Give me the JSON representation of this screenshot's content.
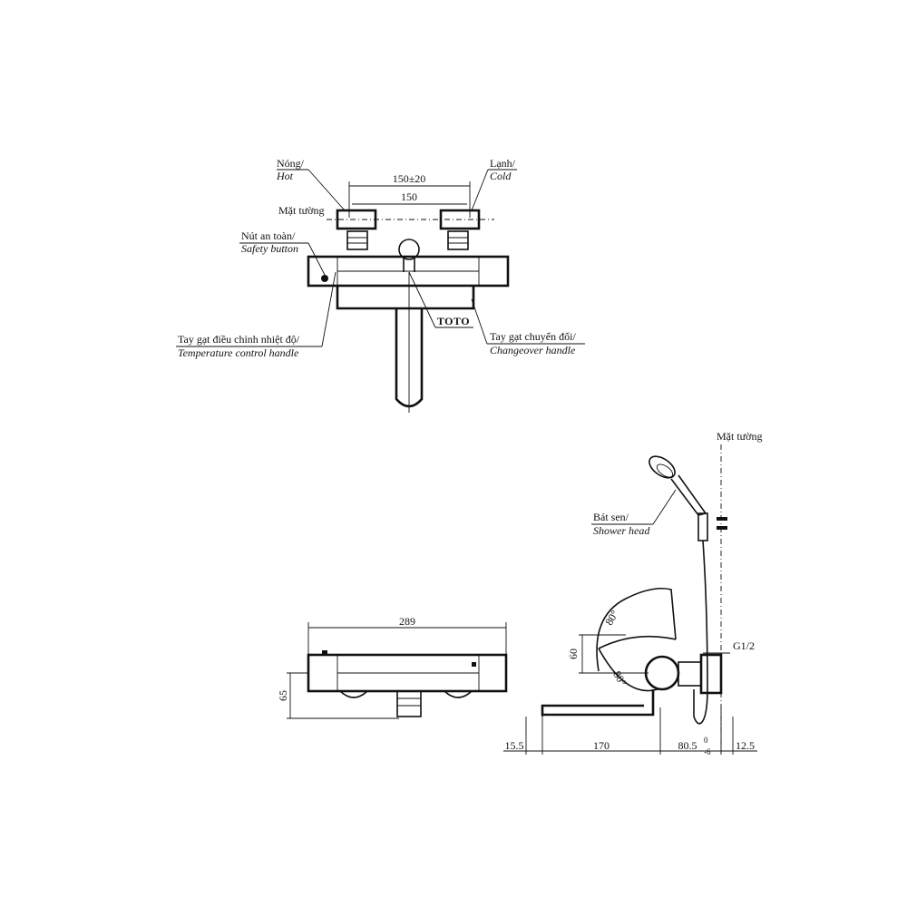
{
  "top_view": {
    "hot_vn": "Nóng/",
    "hot_en": "Hot",
    "cold_vn": "Lạnh/",
    "cold_en": "Cold",
    "wall_label": "Mặt tường",
    "safety_vn": "Nút an toàn/",
    "safety_en": "Safety button",
    "temp_vn": "Tay gạt điều chỉnh nhiệt độ/",
    "temp_en": "Temperature control handle",
    "change_vn": "Tay gạt chuyển đổi/",
    "change_en": "Changeover handle",
    "brand": "TOTO",
    "dim_outer": "150±20",
    "dim_inner": "150"
  },
  "front_view": {
    "dim_width": "289",
    "dim_height": "65"
  },
  "side_view": {
    "wall_label": "Mặt tường",
    "shower_vn": "Bát sen/",
    "shower_en": "Shower head",
    "angle_top": "80°",
    "angle_bottom": "80°",
    "dim_60": "60",
    "thread": "G1/2",
    "dim_15_5": "15.5",
    "dim_170": "170",
    "dim_80_5": "80.5",
    "dim_80_5_sup": "0",
    "dim_80_5_sub": "-6",
    "dim_12_5": "12.5"
  }
}
